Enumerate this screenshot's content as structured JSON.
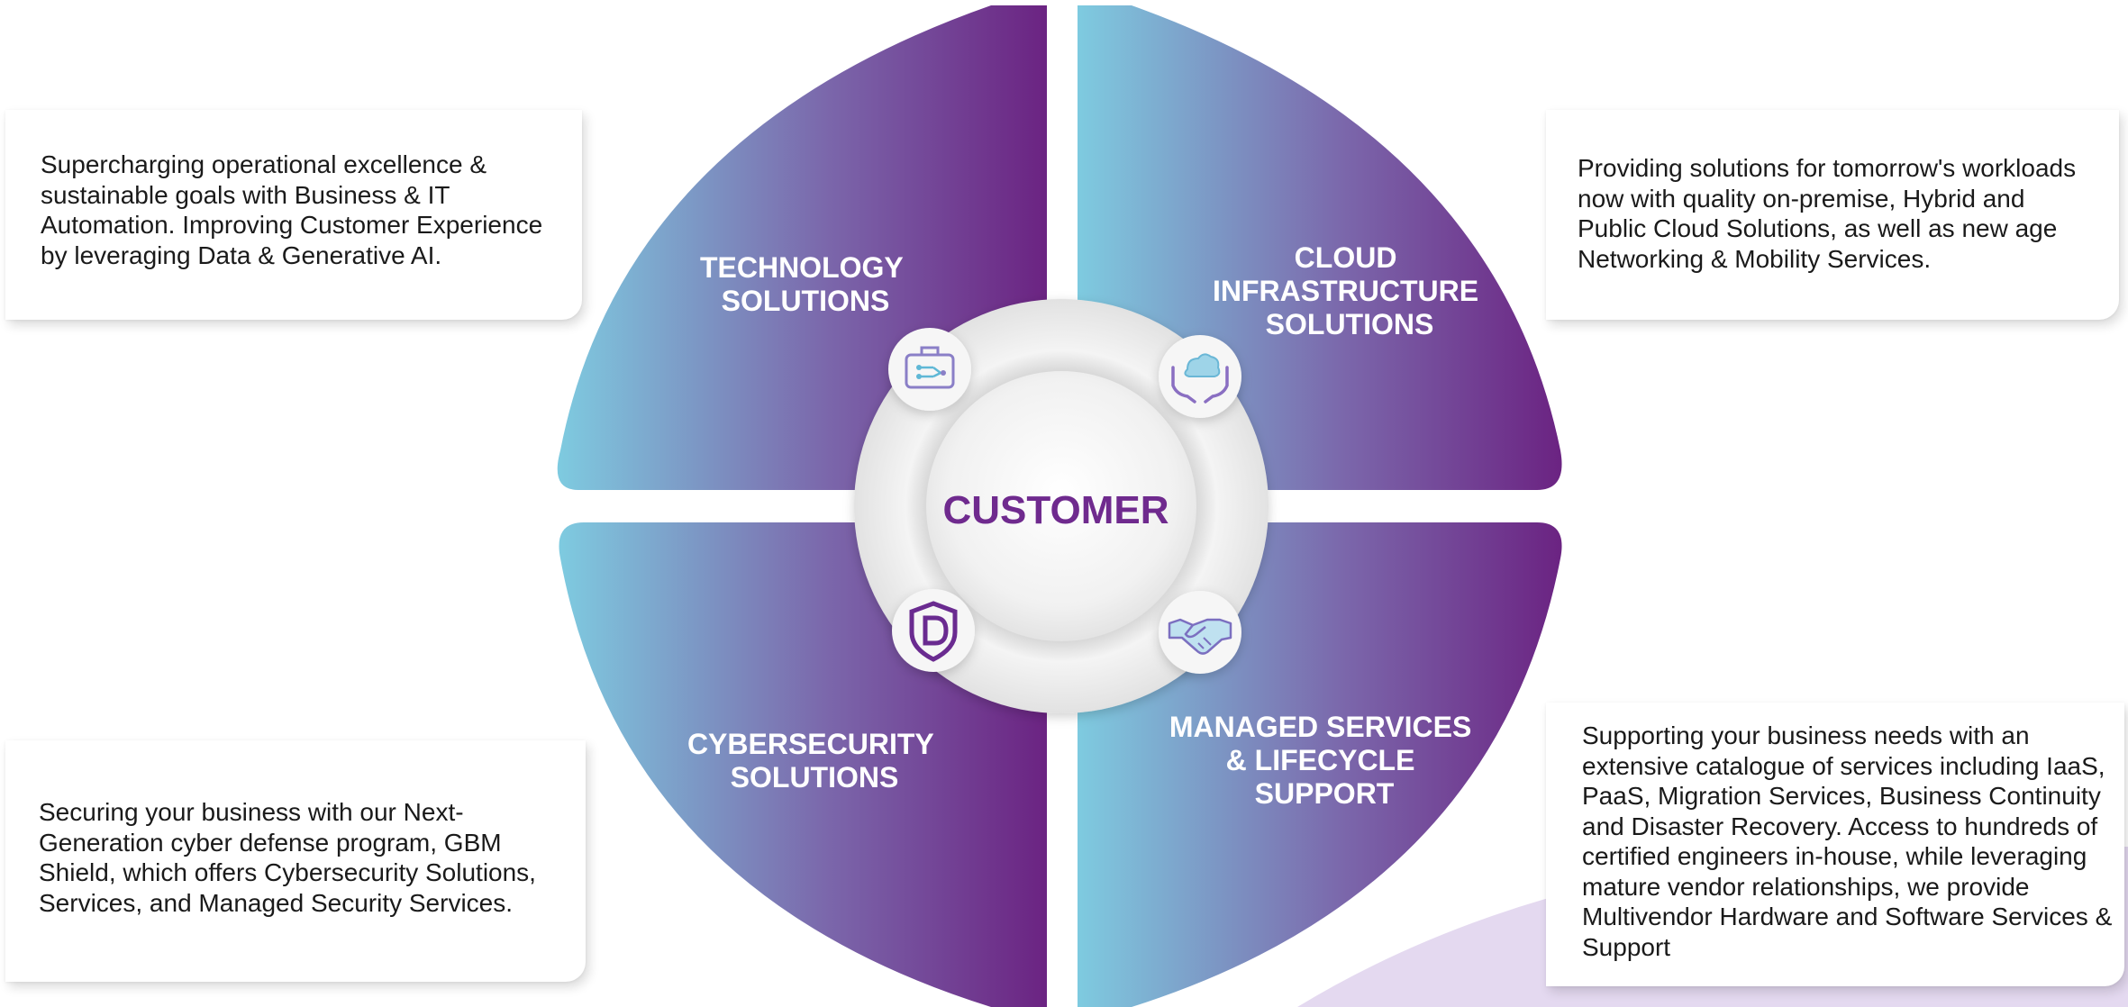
{
  "center": {
    "label": "CUSTOMER"
  },
  "quadrants": [
    {
      "id": "technology",
      "title_lines": [
        "TECHNOLOGY",
        "SOLUTIONS"
      ],
      "icon": "briefcase-network-icon"
    },
    {
      "id": "cloud",
      "title_lines": [
        "CLOUD",
        "INFRASTRUCTURE",
        "SOLUTIONS"
      ],
      "icon": "cloud-hands-icon"
    },
    {
      "id": "cybersecurity",
      "title_lines": [
        "CYBERSECURITY",
        "SOLUTIONS"
      ],
      "icon": "shield-icon"
    },
    {
      "id": "managed",
      "title_lines": [
        "MANAGED SERVICES",
        "& LIFECYCLE",
        "SUPPORT"
      ],
      "icon": "handshake-icon"
    }
  ],
  "descriptions": {
    "technology": "Supercharging operational excellence & sustainable goals with Business & IT Automation. Improving Customer Experience by leveraging Data & Generative AI.",
    "cloud": "Providing solutions for tomorrow's workloads now with quality on-premise, Hybrid and Public Cloud Solutions, as well as new age Networking & Mobility Services.",
    "cybersecurity": "Securing your business with our Next-Generation cyber defense program, GBM Shield, which offers Cybersecurity Solutions, Services, and Managed Security Services.",
    "managed": "Supporting your business needs with an extensive catalogue of services including IaaS, PaaS, Migration Services, Business Continuity and Disaster Recovery. Access to hundreds of certified engineers in-house, while leveraging mature vendor relationships, we provide Multivendor Hardware and Software Services & Support"
  },
  "colors": {
    "gradient_start": "#7ecbe0",
    "gradient_mid": "#7b67ab",
    "gradient_end": "#6b2382",
    "center_text": "#6f2a8e",
    "accent_lavender": "#e4d9f0"
  }
}
